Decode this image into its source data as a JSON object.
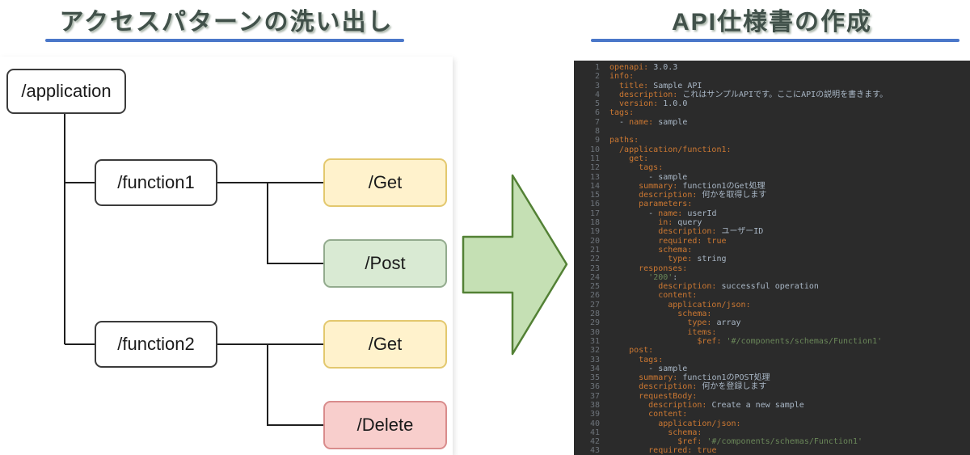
{
  "left": {
    "title": "アクセスパターンの洗い出し",
    "nodes": {
      "application": "/application",
      "function1": "/function1",
      "function2": "/function2",
      "get1": "/Get",
      "post": "/Post",
      "get2": "/Get",
      "delete": "/Delete"
    },
    "colors": {
      "plain_fill": "#ffffff",
      "plain_border": "#3b3b3b",
      "get_fill": "#fff2cc",
      "get_border": "#e3c86e",
      "post_fill": "#d9ead3",
      "post_border": "#93ab8e",
      "delete_fill": "#f8cecc",
      "delete_border": "#d98c8c",
      "underline": "#4a77c9",
      "title_text": "#41514a"
    }
  },
  "arrow": {
    "fill": "#c5e0b4",
    "border": "#538135"
  },
  "right": {
    "title": "API仕様書の作成",
    "editor": {
      "bg": "#2b2b2b",
      "key_color": "#cc7832",
      "plain_color": "#a9b7c6",
      "string_color": "#6a8759",
      "gutter_color": "#6d737a",
      "lines": [
        {
          "n": 1,
          "seg": [
            [
              "openapi:",
              "k"
            ],
            [
              " 3.0.3",
              "p"
            ]
          ]
        },
        {
          "n": 2,
          "seg": [
            [
              "info:",
              "k"
            ]
          ]
        },
        {
          "n": 3,
          "seg": [
            [
              "  title:",
              "k"
            ],
            [
              " Sample API",
              "p"
            ]
          ]
        },
        {
          "n": 4,
          "seg": [
            [
              "  description:",
              "k"
            ],
            [
              " これはサンプルAPIです。ここにAPIの説明を書きます。",
              "p"
            ]
          ]
        },
        {
          "n": 5,
          "seg": [
            [
              "  version:",
              "k"
            ],
            [
              " 1.0.0",
              "p"
            ]
          ]
        },
        {
          "n": 6,
          "seg": [
            [
              "tags:",
              "k"
            ]
          ]
        },
        {
          "n": 7,
          "seg": [
            [
              "  - ",
              "p"
            ],
            [
              "name:",
              "k"
            ],
            [
              " sample",
              "p"
            ]
          ]
        },
        {
          "n": 8,
          "seg": []
        },
        {
          "n": 9,
          "seg": [
            [
              "paths:",
              "k"
            ]
          ]
        },
        {
          "n": 10,
          "seg": [
            [
              "  /application/function1:",
              "k"
            ]
          ]
        },
        {
          "n": 11,
          "seg": [
            [
              "    get:",
              "k"
            ]
          ]
        },
        {
          "n": 12,
          "seg": [
            [
              "      tags:",
              "k"
            ]
          ]
        },
        {
          "n": 13,
          "seg": [
            [
              "        - sample",
              "p"
            ]
          ]
        },
        {
          "n": 14,
          "seg": [
            [
              "      summary:",
              "k"
            ],
            [
              " function1のGet処理",
              "p"
            ]
          ]
        },
        {
          "n": 15,
          "seg": [
            [
              "      description:",
              "k"
            ],
            [
              " 何かを取得します",
              "p"
            ]
          ]
        },
        {
          "n": 16,
          "seg": [
            [
              "      parameters:",
              "k"
            ]
          ]
        },
        {
          "n": 17,
          "seg": [
            [
              "        - ",
              "p"
            ],
            [
              "name:",
              "k"
            ],
            [
              " userId",
              "p"
            ]
          ]
        },
        {
          "n": 18,
          "seg": [
            [
              "          in:",
              "k"
            ],
            [
              " query",
              "p"
            ]
          ]
        },
        {
          "n": 19,
          "seg": [
            [
              "          description:",
              "k"
            ],
            [
              " ユーザーID",
              "p"
            ]
          ]
        },
        {
          "n": 20,
          "seg": [
            [
              "          required:",
              "k"
            ],
            [
              " true",
              "b"
            ]
          ]
        },
        {
          "n": 21,
          "seg": [
            [
              "          schema:",
              "k"
            ]
          ]
        },
        {
          "n": 22,
          "seg": [
            [
              "            type:",
              "k"
            ],
            [
              " string",
              "p"
            ]
          ]
        },
        {
          "n": 23,
          "seg": [
            [
              "      responses:",
              "k"
            ]
          ]
        },
        {
          "n": 24,
          "seg": [
            [
              "        ",
              "p"
            ],
            [
              "'200'",
              "s"
            ],
            [
              ":",
              "p"
            ]
          ]
        },
        {
          "n": 25,
          "seg": [
            [
              "          description:",
              "k"
            ],
            [
              " successful operation",
              "p"
            ]
          ]
        },
        {
          "n": 26,
          "seg": [
            [
              "          content:",
              "k"
            ]
          ]
        },
        {
          "n": 27,
          "seg": [
            [
              "            application/json:",
              "k"
            ]
          ]
        },
        {
          "n": 28,
          "seg": [
            [
              "              schema:",
              "k"
            ]
          ]
        },
        {
          "n": 29,
          "seg": [
            [
              "                type:",
              "k"
            ],
            [
              " array",
              "p"
            ]
          ]
        },
        {
          "n": 30,
          "seg": [
            [
              "                items:",
              "k"
            ]
          ]
        },
        {
          "n": 31,
          "seg": [
            [
              "                  $ref:",
              "k"
            ],
            [
              " '#/components/schemas/Function1'",
              "s"
            ]
          ]
        },
        {
          "n": 32,
          "seg": [
            [
              "    post:",
              "k"
            ]
          ]
        },
        {
          "n": 33,
          "seg": [
            [
              "      tags:",
              "k"
            ]
          ]
        },
        {
          "n": 34,
          "seg": [
            [
              "        - sample",
              "p"
            ]
          ]
        },
        {
          "n": 35,
          "seg": [
            [
              "      summary:",
              "k"
            ],
            [
              " function1のPOST処理",
              "p"
            ]
          ]
        },
        {
          "n": 36,
          "seg": [
            [
              "      description:",
              "k"
            ],
            [
              " 何かを登録します",
              "p"
            ]
          ]
        },
        {
          "n": 37,
          "seg": [
            [
              "      requestBody:",
              "k"
            ]
          ]
        },
        {
          "n": 38,
          "seg": [
            [
              "        description:",
              "k"
            ],
            [
              " Create a new sample",
              "p"
            ]
          ]
        },
        {
          "n": 39,
          "seg": [
            [
              "        content:",
              "k"
            ]
          ]
        },
        {
          "n": 40,
          "seg": [
            [
              "          application/json:",
              "k"
            ]
          ]
        },
        {
          "n": 41,
          "seg": [
            [
              "            schema:",
              "k"
            ]
          ]
        },
        {
          "n": 42,
          "seg": [
            [
              "              $ref:",
              "k"
            ],
            [
              " '#/components/schemas/Function1'",
              "s"
            ]
          ]
        },
        {
          "n": 43,
          "seg": [
            [
              "        required:",
              "k"
            ],
            [
              " true",
              "b"
            ]
          ]
        }
      ]
    }
  }
}
